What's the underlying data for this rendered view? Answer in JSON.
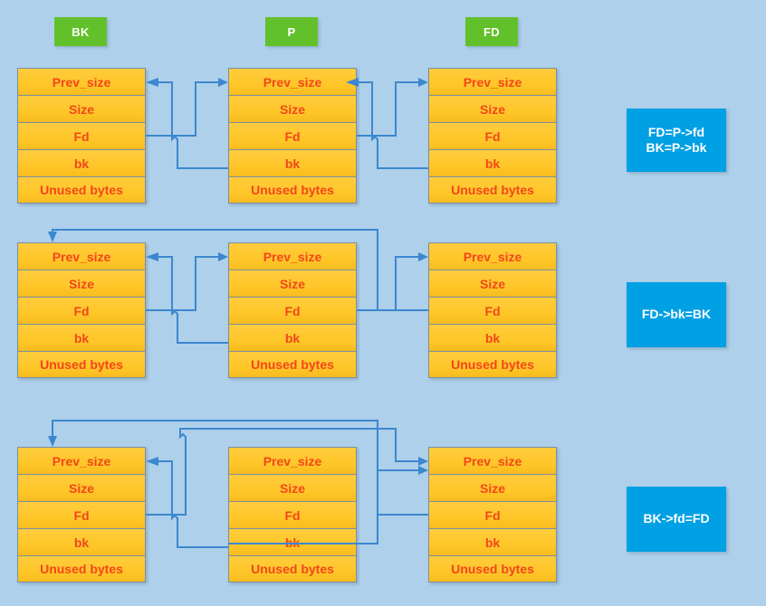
{
  "background_color": "#aed0ea",
  "palette": {
    "header_green": "#62c12a",
    "chunk_fill": "#ffc72c",
    "chunk_text": "#f2461b",
    "chunk_border": "#7a8fa6",
    "callout_blue": "#00a0e4",
    "arrow_blue": "#3c87d0",
    "header_text": "#ffffff",
    "callout_text": "#ffffff"
  },
  "column_headers": [
    {
      "label": "BK",
      "name": "bk"
    },
    {
      "label": "P",
      "name": "p"
    },
    {
      "label": "FD",
      "name": "fd"
    }
  ],
  "chunk_fields": [
    "Prev_size",
    "Size",
    "Fd",
    "bk",
    "Unused bytes"
  ],
  "rows": [
    {
      "name": "row-1",
      "callout": {
        "lines": [
          "FD=P->fd",
          "BK=P->bk"
        ]
      },
      "chunks": [
        {
          "column": "BK",
          "fields": [
            "Prev_size",
            "Size",
            "Fd",
            "bk",
            "Unused bytes"
          ]
        },
        {
          "column": "P",
          "fields": [
            "Prev_size",
            "Size",
            "Fd",
            "bk",
            "Unused bytes"
          ]
        },
        {
          "column": "FD",
          "fields": [
            "Prev_size",
            "Size",
            "Fd",
            "bk",
            "Unused bytes"
          ]
        }
      ]
    },
    {
      "name": "row-2",
      "callout": {
        "lines": [
          "FD->bk=BK"
        ]
      },
      "chunks": [
        {
          "column": "BK",
          "fields": [
            "Prev_size",
            "Size",
            "Fd",
            "bk",
            "Unused bytes"
          ]
        },
        {
          "column": "P",
          "fields": [
            "Prev_size",
            "Size",
            "Fd",
            "bk",
            "Unused bytes"
          ]
        },
        {
          "column": "FD",
          "fields": [
            "Prev_size",
            "Size",
            "Fd",
            "bk",
            "Unused bytes"
          ]
        }
      ]
    },
    {
      "name": "row-3",
      "callout": {
        "lines": [
          "BK->fd=FD"
        ]
      },
      "chunks": [
        {
          "column": "BK",
          "fields": [
            "Prev_size",
            "Size",
            "Fd",
            "bk",
            "Unused bytes"
          ]
        },
        {
          "column": "P",
          "fields": [
            "Prev_size",
            "Size",
            "Fd",
            "bk",
            "Unused bytes"
          ]
        },
        {
          "column": "FD",
          "fields": [
            "Prev_size",
            "Size",
            "Fd",
            "bk",
            "Unused bytes"
          ]
        }
      ]
    }
  ]
}
